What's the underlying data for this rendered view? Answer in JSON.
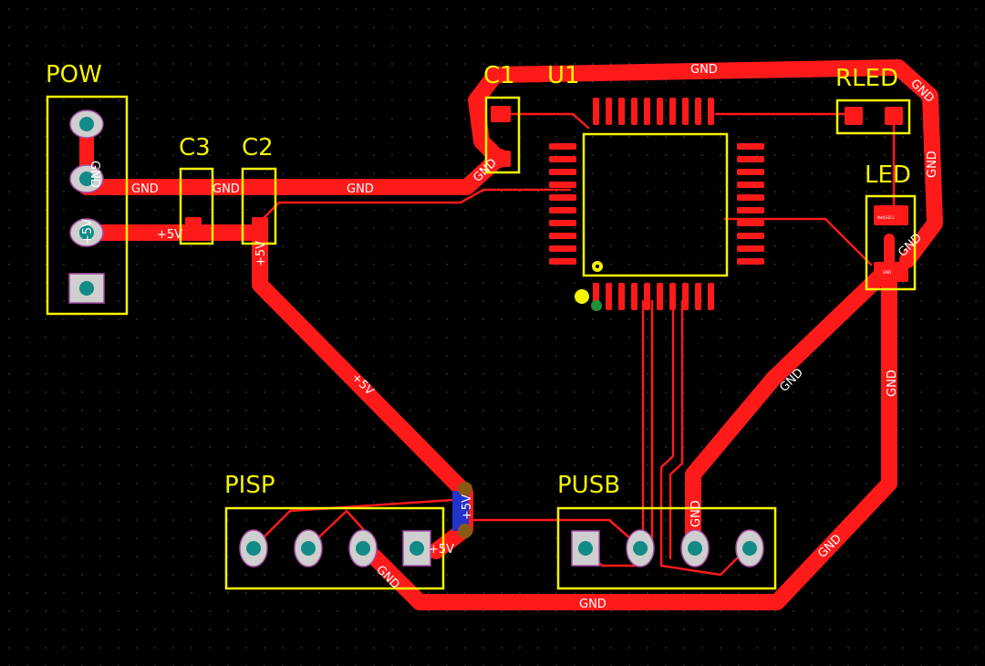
{
  "board": {
    "background": "#000000",
    "colors": {
      "top_copper": "#ff1a1a",
      "silkscreen": "#f5f500",
      "pad_hole": "#118a88",
      "net_label": "#ffffff",
      "via": "#8a5a14",
      "bottom_copper": "#2233cc"
    }
  },
  "components": {
    "pow": "POW",
    "c3": "C3",
    "c2": "C2",
    "c1": "C1",
    "u1": "U1",
    "rled": "RLED",
    "led": "LED",
    "pisp": "PISP",
    "pusb": "PUSB"
  },
  "nets": {
    "gnd": "GND",
    "vcc": "+5V",
    "led_pad_name": "NetLED-1"
  }
}
